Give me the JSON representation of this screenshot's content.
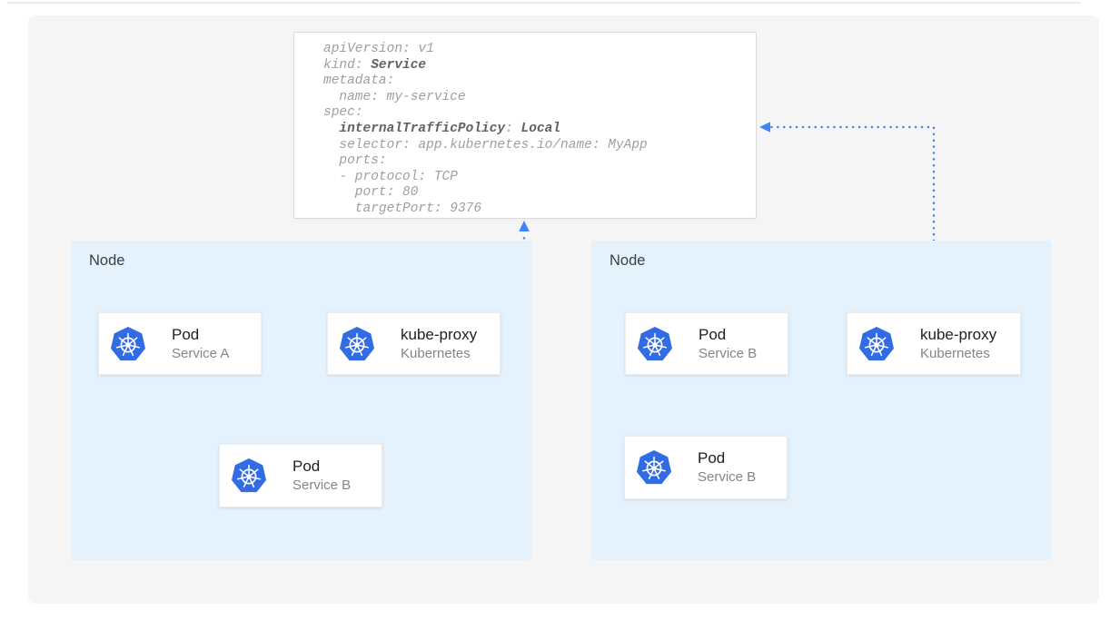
{
  "code_block": {
    "lines": [
      [
        {
          "t": "apiVersion: v1"
        }
      ],
      [
        {
          "t": "kind: "
        },
        {
          "t": "Service",
          "b": true
        }
      ],
      [
        {
          "t": "metadata:"
        }
      ],
      [
        {
          "t": "  name: my-service"
        }
      ],
      [
        {
          "t": "spec:"
        }
      ],
      [
        {
          "t": "  "
        },
        {
          "t": "internalTrafficPolicy",
          "b": true
        },
        {
          "t": ": "
        },
        {
          "t": "Local",
          "b": true
        }
      ],
      [
        {
          "t": "  selector: app.kubernetes.io/name: MyApp"
        }
      ],
      [
        {
          "t": "  ports:"
        }
      ],
      [
        {
          "t": "  - protocol: TCP"
        }
      ],
      [
        {
          "t": "    port: 80"
        }
      ],
      [
        {
          "t": "    targetPort: 9376"
        }
      ]
    ]
  },
  "nodes": [
    {
      "label": "Node",
      "cards": [
        {
          "title": "Pod",
          "subtitle": "Service A",
          "icon": "kubernetes-logo"
        },
        {
          "title": "kube-proxy",
          "subtitle": "Kubernetes",
          "icon": "kubernetes-logo"
        },
        {
          "title": "Pod",
          "subtitle": "Service B",
          "icon": "kubernetes-logo"
        }
      ]
    },
    {
      "label": "Node",
      "cards": [
        {
          "title": "Pod",
          "subtitle": "Service B",
          "icon": "kubernetes-logo"
        },
        {
          "title": "kube-proxy",
          "subtitle": "Kubernetes",
          "icon": "kubernetes-logo"
        },
        {
          "title": "Pod",
          "subtitle": "Service B",
          "icon": "kubernetes-logo"
        }
      ]
    }
  ],
  "colors": {
    "arrow_blue": "#4285f4",
    "kubernetes_blue": "#326ce5",
    "node_background": "#e3f2fd",
    "panel_background": "#f5f5f6",
    "code_text": "#9e9ea3",
    "code_bold_text": "#5f6368"
  }
}
